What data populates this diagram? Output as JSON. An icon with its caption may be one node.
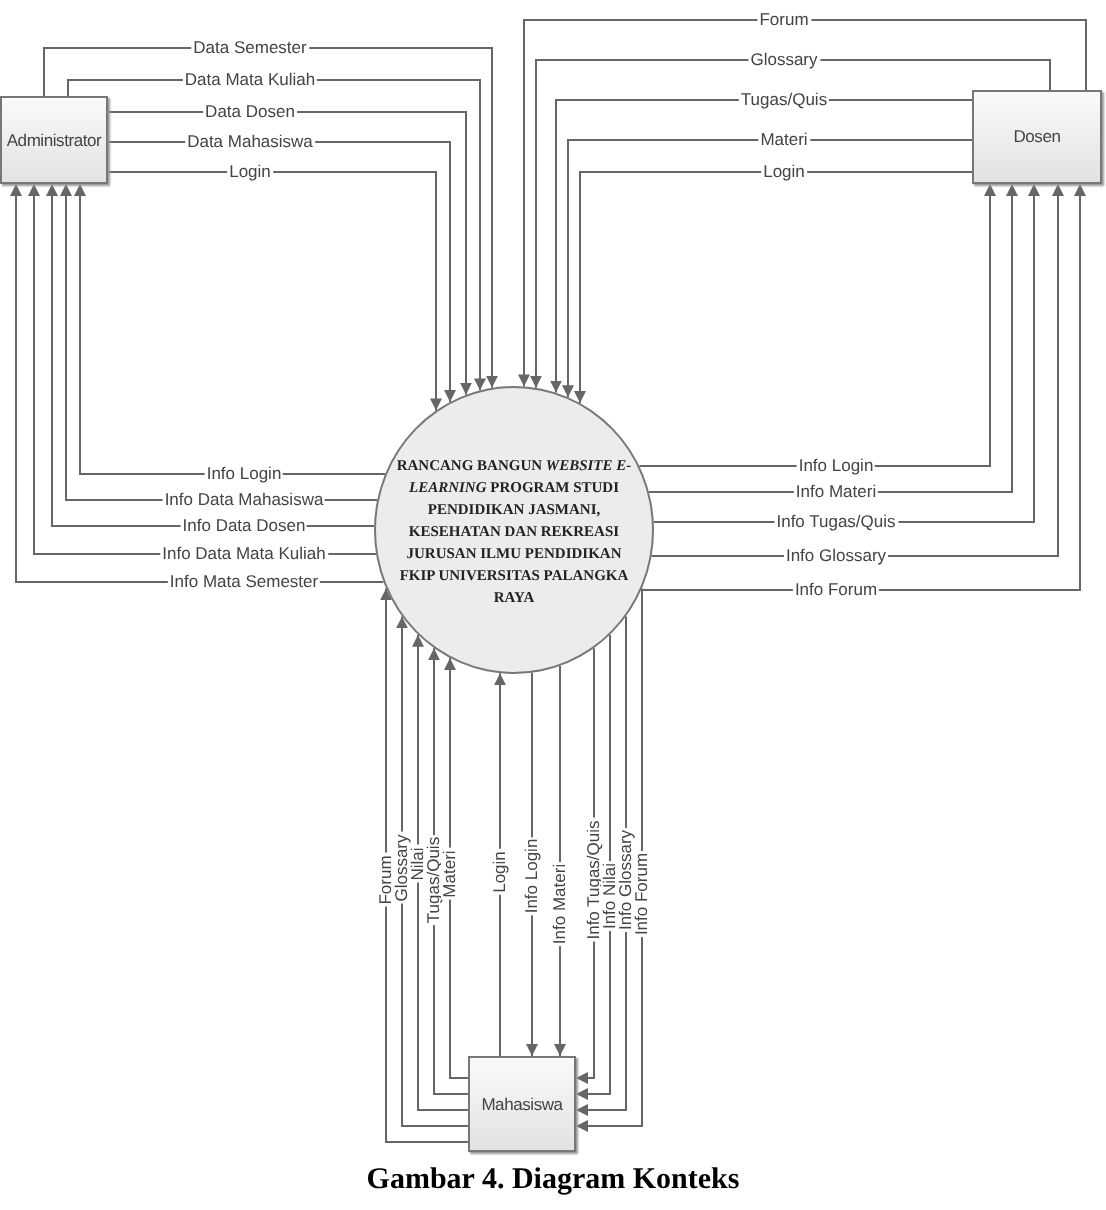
{
  "diagram": {
    "caption": "Gambar 4. Diagram Konteks",
    "nodes": [
      {
        "text": [
          "Administrator"
        ]
      },
      {
        "text": [
          "Dosen"
        ]
      },
      {
        "text": [
          "RANCANG BANGUN *WEBSITE E-LEARNING* PROGRAM STUDI PENDIDIKAN JASMANI, KESEHATAN DAN REKREASI JURUSAN ILMU PENDIDIKAN FKIP UNIVERSITAS PALANGKA RAYA"
        ]
      },
      {
        "text": [
          "Mahasiswa"
        ]
      }
    ],
    "edges": [
      {
        "from": 0,
        "to": 2,
        "arrow": "to",
        "label": "Data Semester"
      },
      {
        "from": 0,
        "to": 2,
        "arrow": "to",
        "label": "Data Mata Kuliah"
      },
      {
        "from": 0,
        "to": 2,
        "arrow": "to",
        "label": "Data Dosen"
      },
      {
        "from": 0,
        "to": 2,
        "arrow": "to",
        "label": "Data Mahasiswa"
      },
      {
        "from": 0,
        "to": 2,
        "arrow": "to",
        "label": "Login"
      },
      {
        "from": 1,
        "to": 2,
        "arrow": "to",
        "label": "Forum"
      },
      {
        "from": 1,
        "to": 2,
        "arrow": "to",
        "label": "Glossary"
      },
      {
        "from": 1,
        "to": 2,
        "arrow": "to",
        "label": "Tugas/Quis"
      },
      {
        "from": 1,
        "to": 2,
        "arrow": "to",
        "label": "Materi"
      },
      {
        "from": 1,
        "to": 2,
        "arrow": "to",
        "label": "Login"
      },
      {
        "from": 2,
        "to": 0,
        "arrow": "to",
        "label": "Info Login"
      },
      {
        "from": 2,
        "to": 0,
        "arrow": "to",
        "label": "Info Data Mahasiswa"
      },
      {
        "from": 2,
        "to": 0,
        "arrow": "to",
        "label": "Info Data Dosen"
      },
      {
        "from": 2,
        "to": 0,
        "arrow": "to",
        "label": "Info Data Mata Kuliah"
      },
      {
        "from": 2,
        "to": 0,
        "arrow": "to",
        "label": "Info Mata Semester"
      },
      {
        "from": 2,
        "to": 1,
        "arrow": "to",
        "label": "Info Login"
      },
      {
        "from": 2,
        "to": 1,
        "arrow": "to",
        "label": "Info Materi"
      },
      {
        "from": 2,
        "to": 1,
        "arrow": "to",
        "label": "Info Tugas/Quis"
      },
      {
        "from": 2,
        "to": 1,
        "arrow": "to",
        "label": "Info Glossary"
      },
      {
        "from": 2,
        "to": 1,
        "arrow": "to",
        "label": "Info Forum"
      },
      {
        "from": 3,
        "to": 2,
        "arrow": "to",
        "label": "Forum"
      },
      {
        "from": 3,
        "to": 2,
        "arrow": "to",
        "label": "Glossary"
      },
      {
        "from": 3,
        "to": 2,
        "arrow": "to",
        "label": "Nilai"
      },
      {
        "from": 3,
        "to": 2,
        "arrow": "to",
        "label": "Tugas/Quis"
      },
      {
        "from": 3,
        "to": 2,
        "arrow": "to",
        "label": "Materi"
      },
      {
        "from": 3,
        "to": 2,
        "arrow": "to",
        "label": "Login"
      },
      {
        "from": 2,
        "to": 3,
        "arrow": "to",
        "label": "Info Login"
      },
      {
        "from": 2,
        "to": 3,
        "arrow": "to",
        "label": "Info Materi"
      },
      {
        "from": 2,
        "to": 3,
        "arrow": "to",
        "label": "Info Tugas/Quis"
      },
      {
        "from": 2,
        "to": 3,
        "arrow": "to",
        "label": "Info Nilai"
      },
      {
        "from": 2,
        "to": 3,
        "arrow": "to",
        "label": "Info Glossary"
      },
      {
        "from": 2,
        "to": 3,
        "arrow": "to",
        "label": "Info Forum"
      }
    ]
  }
}
